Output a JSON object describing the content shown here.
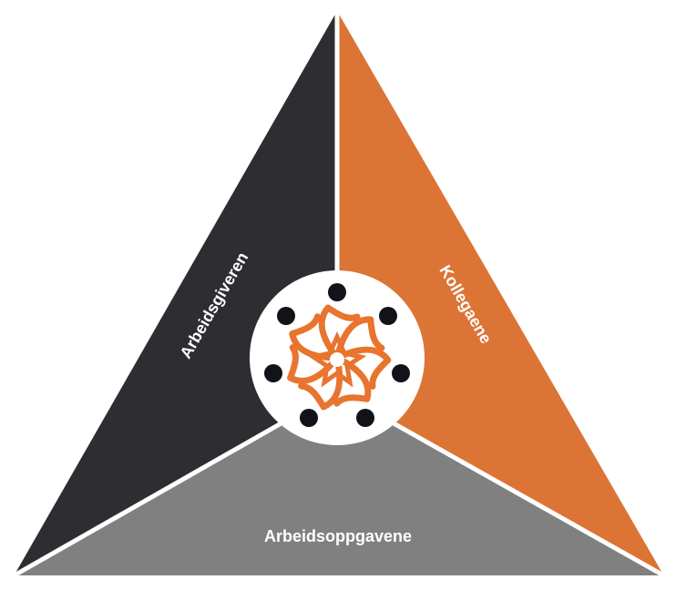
{
  "diagram": {
    "segments": [
      {
        "id": "left",
        "label": "Arbeidsgiveren",
        "color": "#2e2d31"
      },
      {
        "id": "right",
        "label": "Kollegaene",
        "color": "#dc7435"
      },
      {
        "id": "bottom",
        "label": "Arbeidsoppgavene",
        "color": "#808080"
      }
    ],
    "center_emblem": {
      "icon": "people-circle-icon",
      "person_count": 7,
      "head_color": "#111318",
      "body_color": "#e8742e",
      "background": "#ffffff"
    },
    "divider_color": "#ffffff"
  }
}
